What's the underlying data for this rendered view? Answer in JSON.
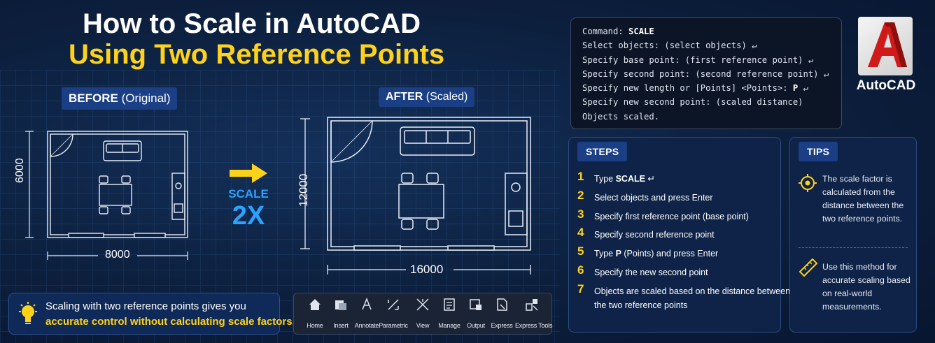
{
  "title": {
    "line1": "How to Scale in AutoCAD",
    "line2": "Using Two Reference Points"
  },
  "before": {
    "label_bold": "BEFORE",
    "label_sub": "(Original)",
    "height_dim": "6000",
    "width_dim": "8000"
  },
  "after": {
    "label_bold": "AFTER",
    "label_sub": "(Scaled)",
    "height_dim": "12000",
    "width_dim": "16000"
  },
  "scale": {
    "word": "SCALE",
    "factor": "2X"
  },
  "tip_box": {
    "line1": "Scaling with two reference points gives you",
    "line2": "accurate control without calculating scale factors."
  },
  "ribbon": {
    "items": [
      {
        "label": "Home",
        "icon": "home-icon"
      },
      {
        "label": "Insert",
        "icon": "insert-icon"
      },
      {
        "label": "Annotate",
        "icon": "annotate-icon"
      },
      {
        "label": "Parametric",
        "icon": "parametric-icon"
      },
      {
        "label": "View",
        "icon": "view-icon"
      },
      {
        "label": "Manage",
        "icon": "manage-icon"
      },
      {
        "label": "Output",
        "icon": "output-icon"
      },
      {
        "label": "Express",
        "icon": "express-icon"
      },
      {
        "label": "Express Tools",
        "icon": "express-tools-icon"
      }
    ]
  },
  "command": {
    "lines": [
      {
        "pre": "Command: ",
        "bold": "SCALE",
        "post": ""
      },
      {
        "pre": "Select objects: (select objects) ↵",
        "bold": "",
        "post": ""
      },
      {
        "pre": "Specify base point: (first reference point) ↵",
        "bold": "",
        "post": ""
      },
      {
        "pre": "Specify second point: (second reference point) ↵",
        "bold": "",
        "post": ""
      },
      {
        "pre": "Specify new length or [Points] <Points>: ",
        "bold": "P",
        "post": " ↵"
      },
      {
        "pre": "Specify new second point: (scaled distance)",
        "bold": "",
        "post": ""
      },
      {
        "pre": "Objects scaled.",
        "bold": "",
        "post": ""
      }
    ]
  },
  "logo": {
    "name": "AutoCAD"
  },
  "steps": {
    "header": "STEPS",
    "items": [
      {
        "num": "1",
        "pre": "Type ",
        "bold": "SCALE",
        "post": " ↵"
      },
      {
        "num": "2",
        "pre": "Select objects and press Enter",
        "bold": "",
        "post": ""
      },
      {
        "num": "3",
        "pre": "Specify first reference point (base point)",
        "bold": "",
        "post": ""
      },
      {
        "num": "4",
        "pre": "Specify second reference point",
        "bold": "",
        "post": ""
      },
      {
        "num": "5",
        "pre": "Type ",
        "bold": "P",
        "post": " (Points) and press Enter"
      },
      {
        "num": "6",
        "pre": "Specify the new second point",
        "bold": "",
        "post": ""
      },
      {
        "num": "7",
        "pre": "Objects are scaled based on the distance between",
        "bold": "",
        "post": "",
        "line2": "the two reference points"
      }
    ]
  },
  "tips": {
    "header": "TIPS",
    "tip1": "The scale factor is calculated from the distance between the two reference points.",
    "tip2": "Use this method for accurate scaling based on real-world measurements."
  },
  "colors": {
    "accent_yellow": "#ffd21a",
    "accent_blue": "#2aa3ff",
    "label_bg": "#1a3f85",
    "autocad_red": "#d01a1a"
  }
}
